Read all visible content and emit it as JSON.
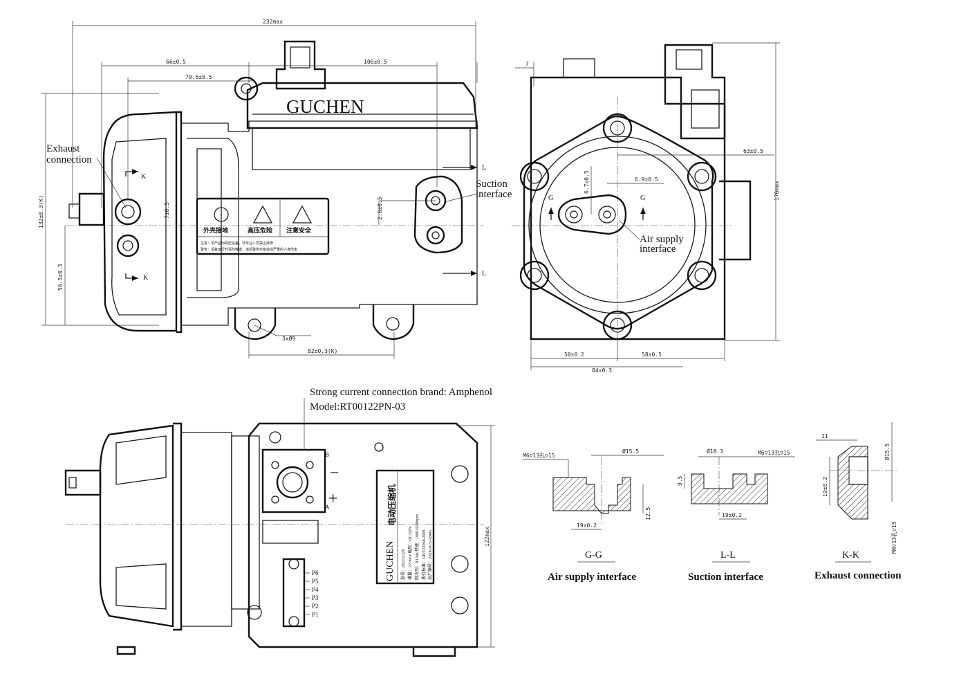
{
  "brand": "GUCHEN",
  "callouts": {
    "exhaust": [
      "Exhaust",
      "connection"
    ],
    "suction": [
      "Suction",
      "interface"
    ],
    "air_supply": [
      "Air supply",
      "interface"
    ],
    "strong_current_brand": "Strong current connection brand: Amphenol",
    "model": "Model:RT00122PN-03"
  },
  "section_marks": {
    "k": "K",
    "l": "L",
    "g": "G"
  },
  "dimensions": {
    "overall_length": "232max",
    "d66": "66±0.5",
    "d70_6": "70.6±0.5",
    "d106": "106±0.5",
    "d132": "132±0.3(K)",
    "d56_5": "56.5±0.3",
    "d7": "7±0.5",
    "d2_6": "2.6±0.5",
    "holes": "3xØ9",
    "d82": "82±0.3(K)",
    "d7_top": "7",
    "d63": "63±0.5",
    "d6_9": "6.9±0.5",
    "d6_7": "6.7±0.5",
    "d176": "176max",
    "d50": "50±0.2",
    "d58": "58±0.5",
    "d84": "84±0.3",
    "d122": "122max"
  },
  "warning_label": {
    "items": [
      "外壳接地",
      "高压危险",
      "注意安全"
    ],
    "note1": "注意：本产品为高压设备，非专业人员禁止拆修",
    "note2": "警告：设备运行时请勿触摸，违反警告可能造成严重的人身伤害"
  },
  "nameplate": {
    "title": "电动压缩机",
    "brand": "GUCHEN",
    "lines": [
      "型号：D027A320",
      "排量：27cm³/r  电压：DC320V",
      "制冷剂：R134a  转速：1000-6500rpm",
      "执行标准：GB/T22068-2008",
      "出厂编号：ZK06-015-02445"
    ]
  },
  "connector": {
    "pin_b": "B",
    "pin_a": "A",
    "minus": "–",
    "plus": "+",
    "pins": [
      "P6",
      "P5",
      "P4",
      "P3",
      "P2",
      "P1"
    ]
  },
  "sections": [
    {
      "mark": "G-G",
      "caption": "Air supply interface",
      "thread": "M6▽13孔▽15",
      "dia": "Ø15.5",
      "width": "19±0.2",
      "depth": "12.5"
    },
    {
      "mark": "L-L",
      "caption": "Suction interface",
      "thread": "M6▽13孔▽15",
      "dia": "Ø18.3",
      "width": "19±0.2",
      "depth": "9.5"
    },
    {
      "mark": "K-K",
      "caption": "Exhaust connection",
      "thread": "M6▽13孔▽15",
      "dia": "Ø15.5",
      "width": "19±0.2",
      "depth": "11"
    }
  ]
}
